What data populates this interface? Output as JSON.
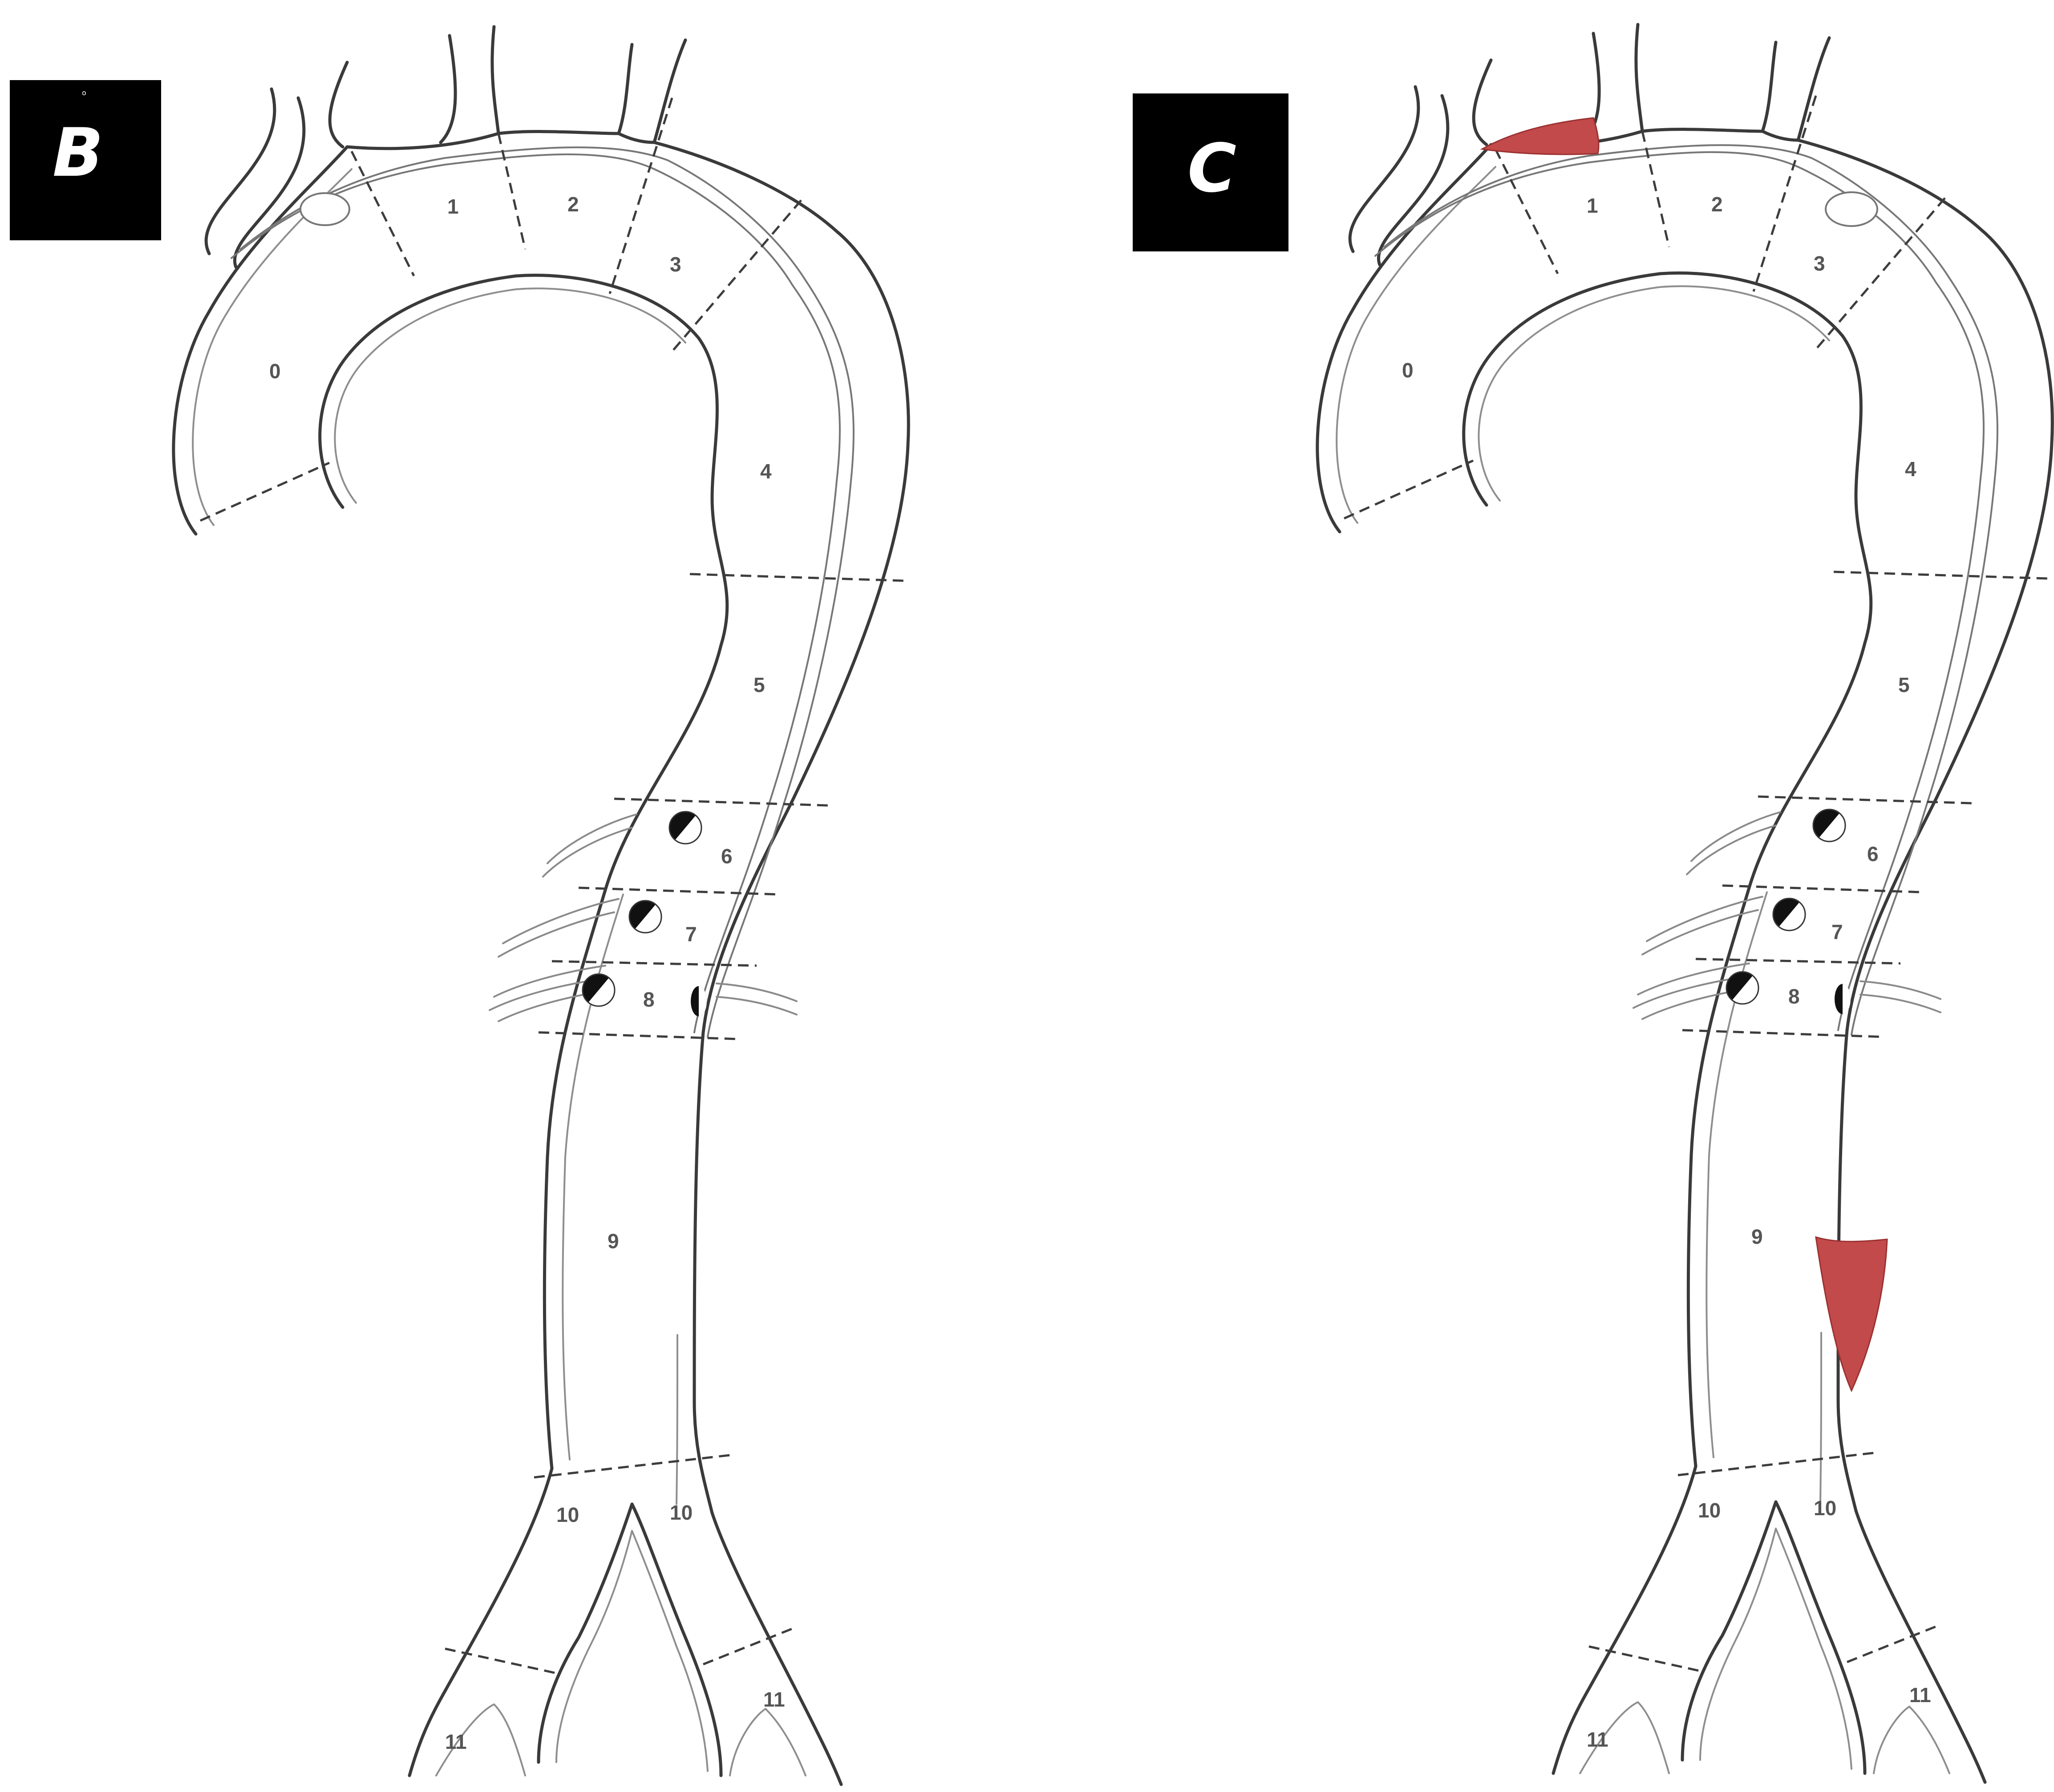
{
  "panels": [
    {
      "label": "B",
      "mark": "o",
      "zones": [
        "0",
        "1",
        "2",
        "3",
        "4",
        "5",
        "6",
        "7",
        "8",
        "9",
        "10",
        "10",
        "11",
        "11"
      ]
    },
    {
      "label": "C",
      "zones": [
        "0",
        "1",
        "2",
        "3",
        "4",
        "5",
        "6",
        "7",
        "8",
        "9",
        "10",
        "10",
        "11",
        "11"
      ]
    }
  ],
  "colors": {
    "thrombus": "#c24a4a",
    "label_box": "#000000",
    "wall": "#3a3a3a"
  }
}
